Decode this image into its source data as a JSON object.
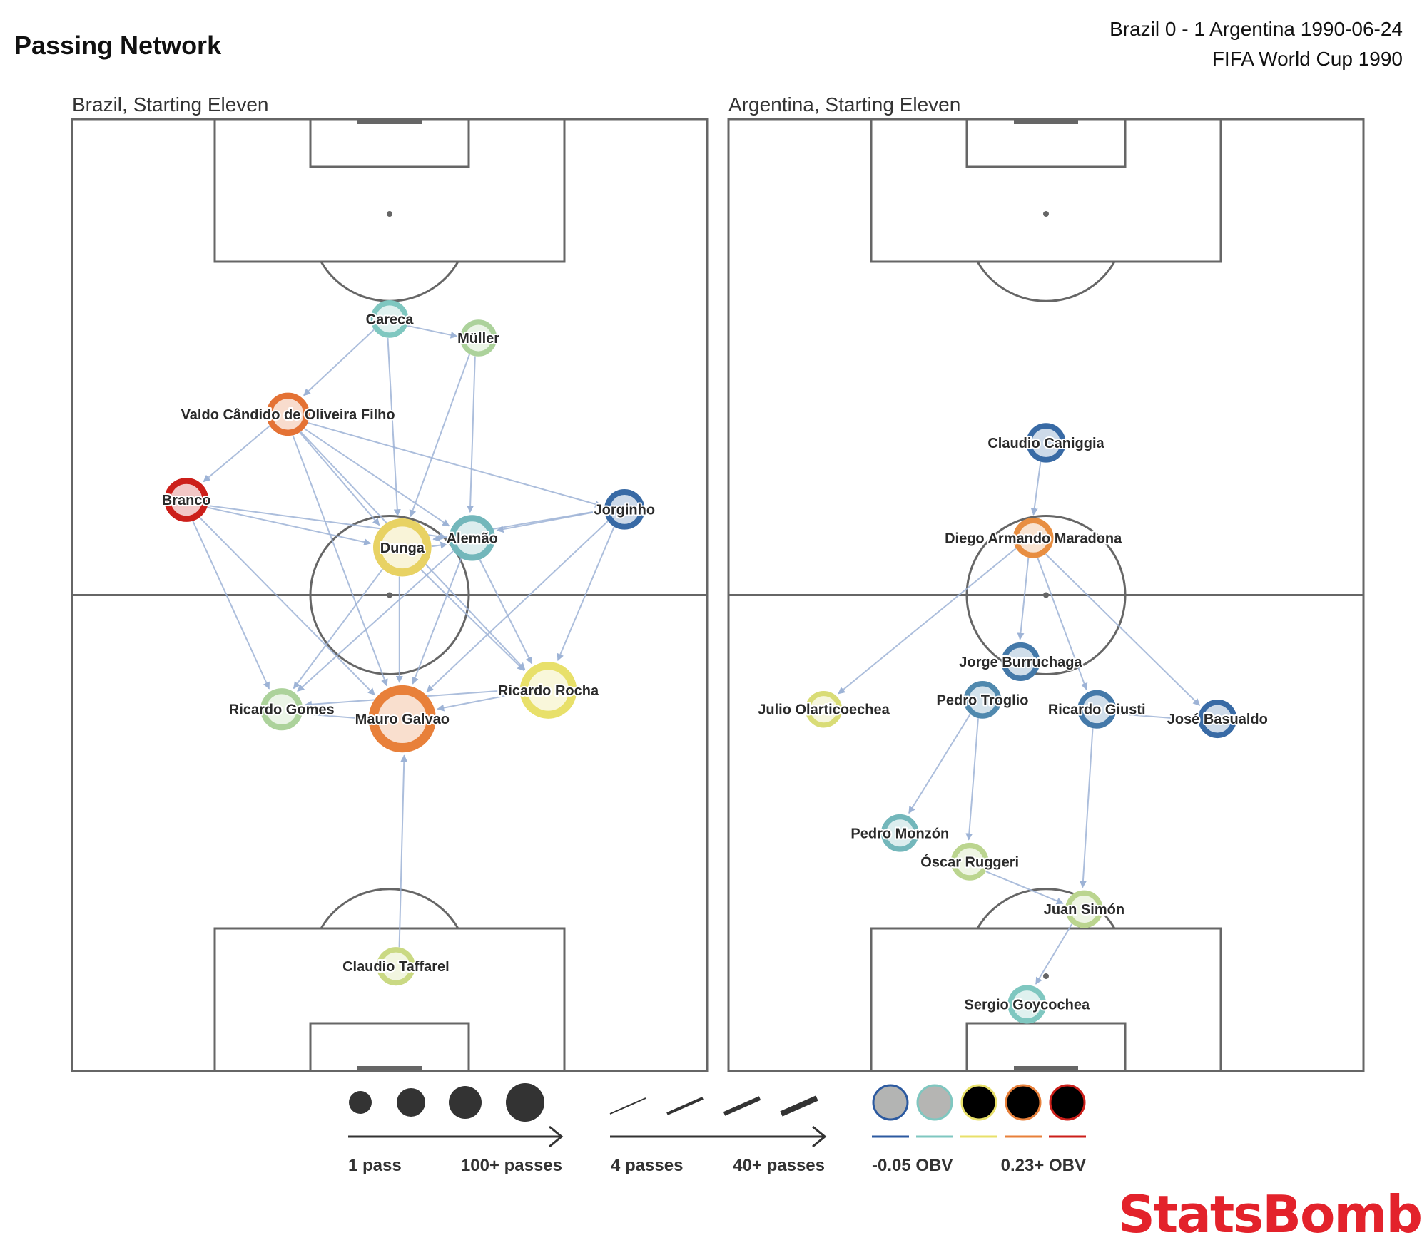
{
  "title": "Passing Network",
  "match": {
    "line1": "Brazil 0 - 1 Argentina 1990-06-24",
    "line2": "FIFA World Cup 1990"
  },
  "logo": "StatsBomb",
  "colors": {
    "obv_scale": [
      "#2c5aa0",
      "#7fc7c0",
      "#e8e06a",
      "#e8803a",
      "#cc1f1a"
    ],
    "pass_line": "#9db3d6",
    "pitch_line": "#666666",
    "logo": "#e3222b"
  },
  "legend": {
    "node_size": {
      "min_label": "1 pass",
      "max_label": "100+ passes"
    },
    "edge_width": {
      "min_label": "4 passes",
      "max_label": "40+ passes"
    },
    "obv": {
      "min_label": "-0.05 OBV",
      "max_label": "0.23+ OBV"
    }
  },
  "chart_data": [
    {
      "type": "network",
      "team": "Brazil",
      "subtitle": "Brazil, Starting Eleven",
      "nodes": [
        {
          "name": "Careca",
          "loc": [
            0.5,
            0.21
          ],
          "passes": 20,
          "obv": 0.02
        },
        {
          "name": "Müller",
          "loc": [
            0.64,
            0.23
          ],
          "passes": 18,
          "obv": 0.05
        },
        {
          "name": "Valdo Cândido de Oliveira Filho",
          "loc": [
            0.34,
            0.31
          ],
          "passes": 32,
          "obv": 0.17
        },
        {
          "name": "Branco",
          "loc": [
            0.18,
            0.4
          ],
          "passes": 34,
          "obv": 0.23
        },
        {
          "name": "Jorginho",
          "loc": [
            0.87,
            0.41
          ],
          "passes": 26,
          "obv": -0.04
        },
        {
          "name": "Dunga",
          "loc": [
            0.52,
            0.45
          ],
          "passes": 65,
          "obv": 0.1
        },
        {
          "name": "Alemão",
          "loc": [
            0.63,
            0.44
          ],
          "passes": 38,
          "obv": 0.01
        },
        {
          "name": "Ricardo Rocha",
          "loc": [
            0.75,
            0.6
          ],
          "passes": 62,
          "obv": 0.09
        },
        {
          "name": "Ricardo Gomes",
          "loc": [
            0.33,
            0.62
          ],
          "passes": 30,
          "obv": 0.05
        },
        {
          "name": "Mauro Galvao",
          "loc": [
            0.52,
            0.63
          ],
          "passes": 85,
          "obv": 0.16
        },
        {
          "name": "Claudio Taffarel",
          "loc": [
            0.51,
            0.89
          ],
          "passes": 22,
          "obv": 0.07
        }
      ],
      "edges": [
        [
          "Careca",
          "Müller"
        ],
        [
          "Careca",
          "Valdo Cândido de Oliveira Filho"
        ],
        [
          "Careca",
          "Dunga"
        ],
        [
          "Müller",
          "Dunga"
        ],
        [
          "Müller",
          "Alemão"
        ],
        [
          "Valdo Cândido de Oliveira Filho",
          "Branco"
        ],
        [
          "Valdo Cândido de Oliveira Filho",
          "Jorginho"
        ],
        [
          "Valdo Cândido de Oliveira Filho",
          "Dunga"
        ],
        [
          "Valdo Cândido de Oliveira Filho",
          "Alemão"
        ],
        [
          "Valdo Cândido de Oliveira Filho",
          "Mauro Galvao"
        ],
        [
          "Valdo Cândido de Oliveira Filho",
          "Ricardo Rocha"
        ],
        [
          "Branco",
          "Dunga"
        ],
        [
          "Branco",
          "Alemão"
        ],
        [
          "Branco",
          "Ricardo Gomes"
        ],
        [
          "Branco",
          "Mauro Galvao"
        ],
        [
          "Jorginho",
          "Dunga"
        ],
        [
          "Jorginho",
          "Alemão"
        ],
        [
          "Jorginho",
          "Ricardo Rocha"
        ],
        [
          "Jorginho",
          "Mauro Galvao"
        ],
        [
          "Dunga",
          "Mauro Galvao"
        ],
        [
          "Dunga",
          "Ricardo Gomes"
        ],
        [
          "Dunga",
          "Ricardo Rocha"
        ],
        [
          "Dunga",
          "Alemão"
        ],
        [
          "Alemão",
          "Mauro Galvao"
        ],
        [
          "Alemão",
          "Ricardo Rocha"
        ],
        [
          "Alemão",
          "Ricardo Gomes"
        ],
        [
          "Ricardo Gomes",
          "Mauro Galvao"
        ],
        [
          "Ricardo Rocha",
          "Mauro Galvao"
        ],
        [
          "Ricardo Rocha",
          "Ricardo Gomes"
        ],
        [
          "Claudio Taffarel",
          "Mauro Galvao"
        ]
      ]
    },
    {
      "type": "network",
      "team": "Argentina",
      "subtitle": "Argentina, Starting Eleven",
      "nodes": [
        {
          "name": "Claudio Caniggia",
          "loc": [
            0.5,
            0.34
          ],
          "passes": 24,
          "obv": -0.04
        },
        {
          "name": "Diego Armando Maradona",
          "loc": [
            0.48,
            0.44
          ],
          "passes": 26,
          "obv": 0.15
        },
        {
          "name": "Jorge Burruchaga",
          "loc": [
            0.46,
            0.57
          ],
          "passes": 22,
          "obv": -0.03
        },
        {
          "name": "Julio Olarticoechea",
          "loc": [
            0.15,
            0.62
          ],
          "passes": 18,
          "obv": 0.08
        },
        {
          "name": "Pedro Troglio",
          "loc": [
            0.4,
            0.61
          ],
          "passes": 20,
          "obv": -0.02
        },
        {
          "name": "Ricardo Giusti",
          "loc": [
            0.58,
            0.62
          ],
          "passes": 22,
          "obv": -0.03
        },
        {
          "name": "José Basualdo",
          "loc": [
            0.77,
            0.63
          ],
          "passes": 22,
          "obv": -0.04
        },
        {
          "name": "Pedro Monzón",
          "loc": [
            0.27,
            0.75
          ],
          "passes": 20,
          "obv": 0.01
        },
        {
          "name": "Óscar Ruggeri",
          "loc": [
            0.38,
            0.78
          ],
          "passes": 20,
          "obv": 0.06
        },
        {
          "name": "Juan Simón",
          "loc": [
            0.56,
            0.83
          ],
          "passes": 20,
          "obv": 0.06
        },
        {
          "name": "Sergio Goycochea",
          "loc": [
            0.47,
            0.93
          ],
          "passes": 22,
          "obv": 0.02
        }
      ],
      "edges": [
        [
          "Claudio Caniggia",
          "Diego Armando Maradona"
        ],
        [
          "Diego Armando Maradona",
          "Jorge Burruchaga"
        ],
        [
          "Diego Armando Maradona",
          "Julio Olarticoechea"
        ],
        [
          "Diego Armando Maradona",
          "Ricardo Giusti"
        ],
        [
          "Diego Armando Maradona",
          "José Basualdo"
        ],
        [
          "Ricardo Giusti",
          "José Basualdo"
        ],
        [
          "Pedro Troglio",
          "Pedro Monzón"
        ],
        [
          "Pedro Troglio",
          "Óscar Ruggeri"
        ],
        [
          "Ricardo Giusti",
          "Juan Simón"
        ],
        [
          "Óscar Ruggeri",
          "Juan Simón"
        ],
        [
          "Juan Simón",
          "Sergio Goycochea"
        ]
      ]
    }
  ]
}
